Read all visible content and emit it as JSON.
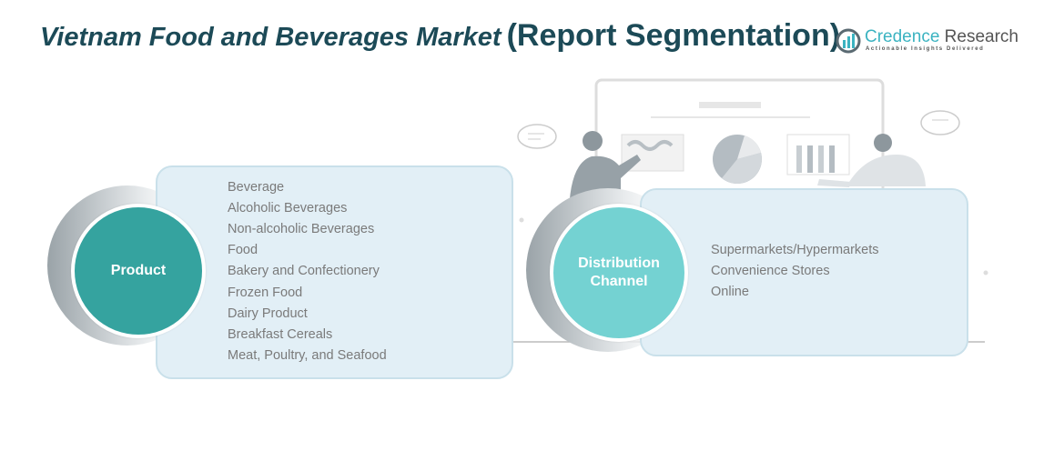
{
  "title": {
    "main": "Vietnam Food and Beverages Market",
    "suffix": "(Report Segmentation)"
  },
  "logo": {
    "name_a": "Credence",
    "name_b": "Research",
    "tagline": "Actionable Insights Delivered"
  },
  "colors": {
    "title": "#1c4a57",
    "product_circle": "#35a39f",
    "distribution_circle": "#74d2d2",
    "card": "#e2eff6"
  },
  "segments": [
    {
      "label": "Product",
      "items": [
        "Beverage",
        "Alcoholic Beverages",
        "Non-alcoholic Beverages",
        "Food",
        "Bakery and Confectionery",
        "Frozen Food",
        "Dairy Product",
        "Breakfast Cereals",
        "Meat, Poultry, and Seafood"
      ]
    },
    {
      "label_line1": "Distribution",
      "label_line2": "Channel",
      "items": [
        "Supermarkets/Hypermarkets",
        "Convenience Stores",
        "Online"
      ]
    }
  ]
}
